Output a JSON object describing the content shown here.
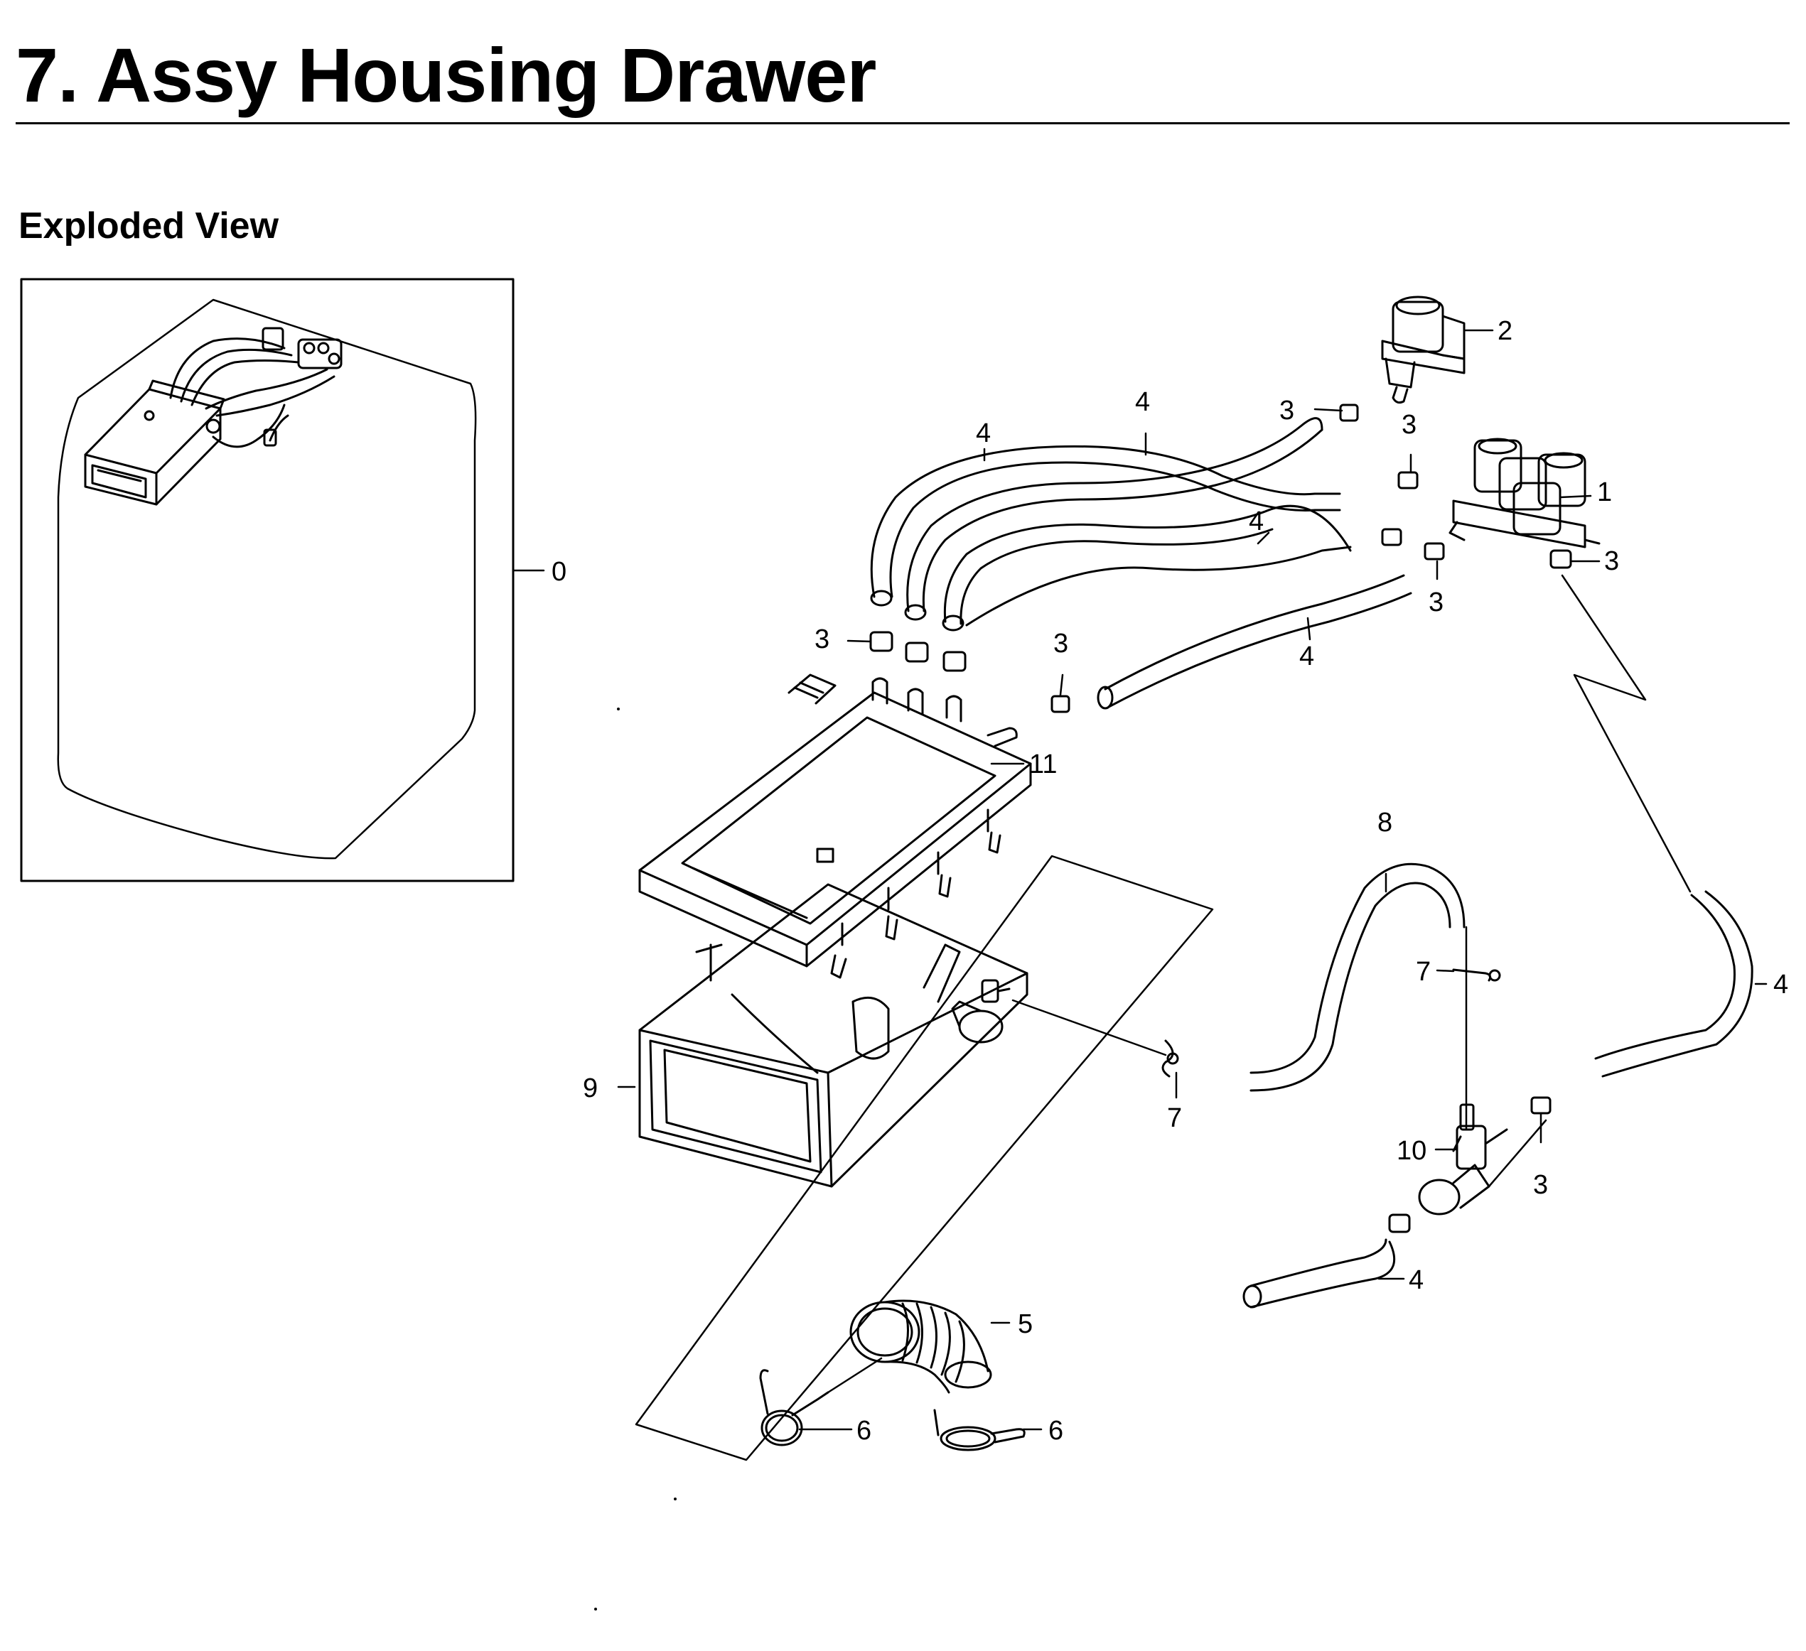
{
  "page": {
    "title": "7.  Assy Housing Drawer",
    "subtitle": "Exploded View"
  },
  "callouts": [
    {
      "id": "c0",
      "label": "0"
    },
    {
      "id": "c1",
      "label": "1"
    },
    {
      "id": "c2",
      "label": "2"
    },
    {
      "id": "c3a",
      "label": "3"
    },
    {
      "id": "c3b",
      "label": "3"
    },
    {
      "id": "c3c",
      "label": "3"
    },
    {
      "id": "c3d",
      "label": "3"
    },
    {
      "id": "c3e",
      "label": "3"
    },
    {
      "id": "c3f",
      "label": "3"
    },
    {
      "id": "c3g",
      "label": "3"
    },
    {
      "id": "c4a",
      "label": "4"
    },
    {
      "id": "c4b",
      "label": "4"
    },
    {
      "id": "c4c",
      "label": "4"
    },
    {
      "id": "c4d",
      "label": "4"
    },
    {
      "id": "c4e",
      "label": "4"
    },
    {
      "id": "c4f",
      "label": "4"
    },
    {
      "id": "c5",
      "label": "5"
    },
    {
      "id": "c6a",
      "label": "6"
    },
    {
      "id": "c6b",
      "label": "6"
    },
    {
      "id": "c7a",
      "label": "7"
    },
    {
      "id": "c7b",
      "label": "7"
    },
    {
      "id": "c8",
      "label": "8"
    },
    {
      "id": "c9",
      "label": "9"
    },
    {
      "id": "c10",
      "label": "10"
    },
    {
      "id": "c11",
      "label": "11"
    }
  ]
}
